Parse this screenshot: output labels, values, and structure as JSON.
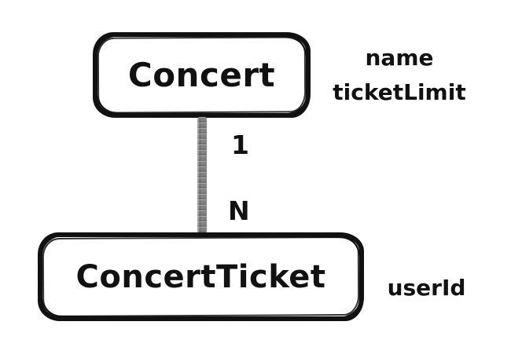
{
  "diagram": {
    "entities": [
      {
        "label": "Concert",
        "attributes": [
          "name",
          "ticketLimit"
        ]
      },
      {
        "label": "ConcertTicket",
        "attributes": [
          "userId"
        ]
      }
    ],
    "relationship": {
      "from": "Concert",
      "to": "ConcertTicket",
      "source_cardinality": "1",
      "target_cardinality": "N"
    },
    "colors": {
      "background": "#ffffff",
      "entity_border": "#111111",
      "entity_fill": "#ffffff",
      "text": "#111111",
      "connector": "#828282"
    }
  }
}
